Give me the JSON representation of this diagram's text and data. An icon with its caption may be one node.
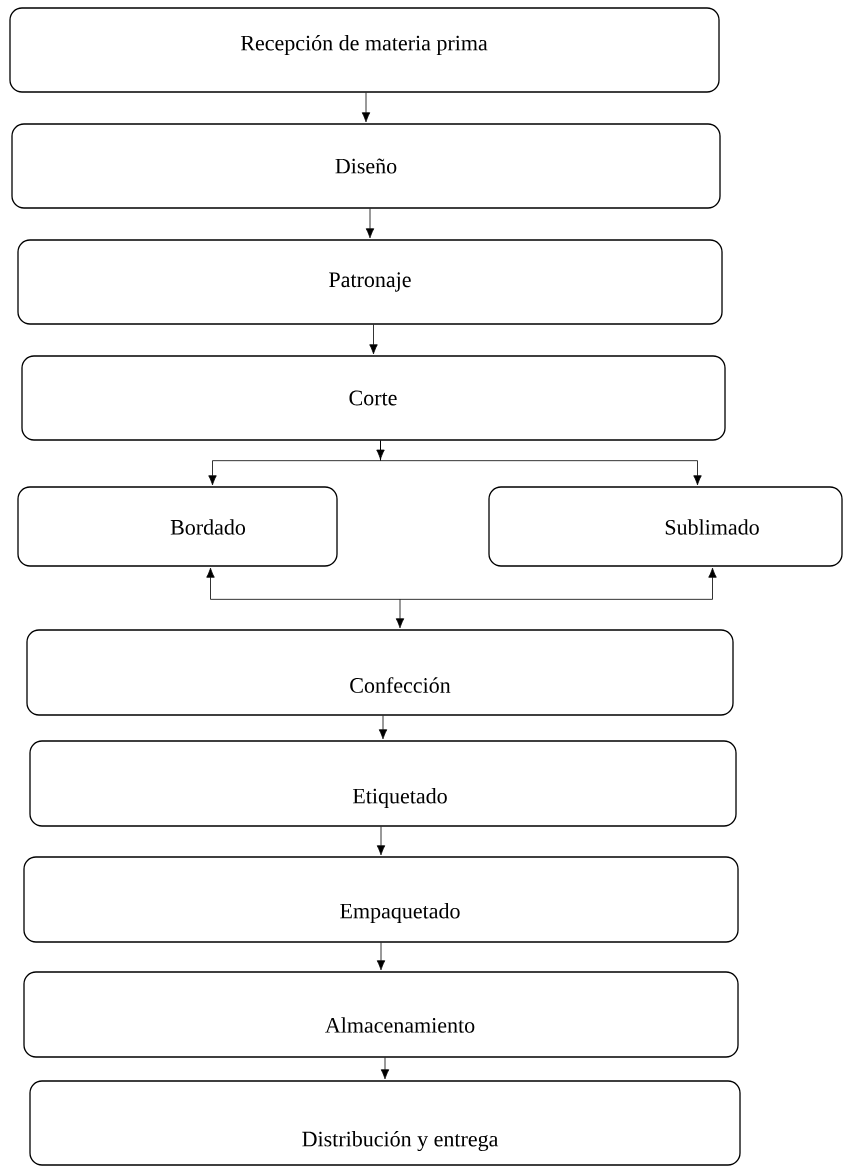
{
  "diagram": {
    "nodes": [
      {
        "text": [
          "Recepción de materia prima"
        ]
      },
      {
        "text": [
          "Diseño"
        ]
      },
      {
        "text": [
          "Patronaje"
        ]
      },
      {
        "text": [
          "Corte"
        ]
      },
      {
        "text": [
          "Bordado"
        ]
      },
      {
        "text": [
          "Sublimado"
        ]
      },
      {
        "text": [
          "Confección"
        ]
      },
      {
        "text": [
          "Etiquetado"
        ]
      },
      {
        "text": [
          "Empaquetado"
        ]
      },
      {
        "text": [
          "Almacenamiento"
        ]
      },
      {
        "text": [
          "Distribución y entrega"
        ]
      }
    ],
    "edges": [
      {
        "from": 0,
        "to": 1,
        "arrow": "to"
      },
      {
        "from": 1,
        "to": 2,
        "arrow": "to"
      },
      {
        "from": 2,
        "to": 3,
        "arrow": "to"
      },
      {
        "from": 3,
        "to": 4,
        "arrow": "to"
      },
      {
        "from": 3,
        "to": 5,
        "arrow": "to"
      },
      {
        "from": 4,
        "to": 6,
        "arrow": "both"
      },
      {
        "from": 5,
        "to": 6,
        "arrow": "both"
      },
      {
        "from": 6,
        "to": 7,
        "arrow": "to"
      },
      {
        "from": 7,
        "to": 8,
        "arrow": "to"
      },
      {
        "from": 8,
        "to": 9,
        "arrow": "to"
      },
      {
        "from": 9,
        "to": 10,
        "arrow": "to"
      }
    ]
  }
}
